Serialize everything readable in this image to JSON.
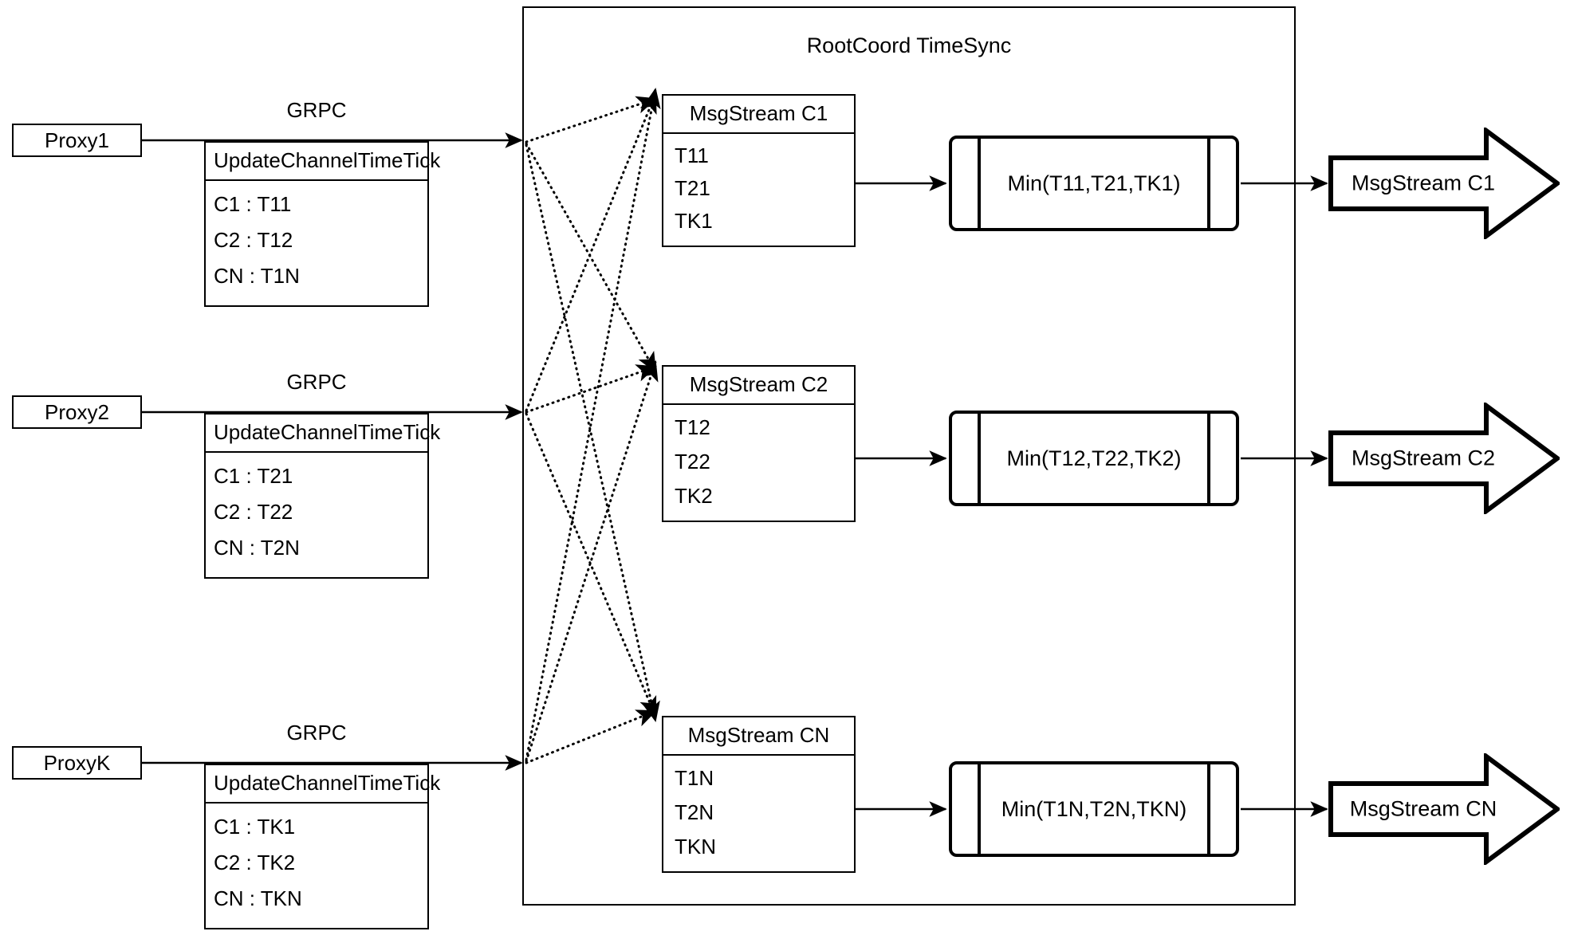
{
  "diagram": {
    "title": "RootCoord TimeSync",
    "container_label": "RootCoord TimeSync"
  },
  "proxies": [
    {
      "name": "Proxy1",
      "link_label": "GRPC",
      "request": {
        "method": "UpdateChannelTimeTick",
        "entries": [
          "C1 :  T11",
          "C2 :  T12",
          "CN : T1N"
        ]
      }
    },
    {
      "name": "Proxy2",
      "link_label": "GRPC",
      "request": {
        "method": "UpdateChannelTimeTick",
        "entries": [
          "C1 :  T21",
          "C2 :  T22",
          "CN : T2N"
        ]
      }
    },
    {
      "name": "ProxyK",
      "link_label": "GRPC",
      "request": {
        "method": "UpdateChannelTimeTick",
        "entries": [
          "C1 :  TK1",
          "C2 :  TK2",
          "CN : TKN"
        ]
      }
    }
  ],
  "channels": [
    {
      "stream_title": "MsgStream C1",
      "ticks": [
        "T11",
        "T21",
        "TK1"
      ],
      "min_label": "Min(T11,T21,TK1)",
      "output_label": "MsgStream C1"
    },
    {
      "stream_title": "MsgStream C2",
      "ticks": [
        "T12",
        "T22",
        "TK2"
      ],
      "min_label": "Min(T12,T22,TK2)",
      "output_label": "MsgStream C2"
    },
    {
      "stream_title": "MsgStream CN",
      "ticks": [
        "T1N",
        "T2N",
        "TKN"
      ],
      "min_label": "Min(T1N,T2N,TKN)",
      "output_label": "MsgStream CN"
    }
  ],
  "colors": {
    "stroke": "#000000",
    "background": "#ffffff"
  }
}
